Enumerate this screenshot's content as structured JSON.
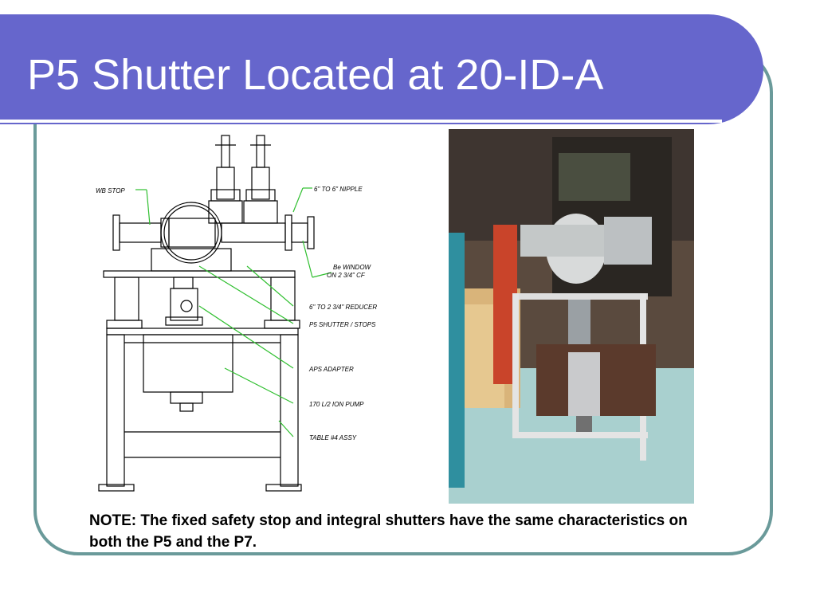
{
  "slide": {
    "title": "P5 Shutter Located at 20-ID-A",
    "note": "NOTE: The fixed safety stop and integral shutters have the same characteristics on both the P5 and the P7."
  },
  "drawing": {
    "labels": {
      "wb_stop": "WB STOP",
      "nipple": "6\" TO 6\" NIPPLE",
      "be_window_1": "Be WINDOW",
      "be_window_2": "ON 2 3/4\" CF",
      "reducer": "6\" TO 2 3/4\" REDUCER",
      "shutter": "P5 SHUTTER / STOPS",
      "adapter": "APS ADAPTER",
      "ion_pump": "170 L/2 ION PUMP",
      "table": "TABLE #4 ASSY"
    }
  },
  "colors": {
    "title_bar": "#6666cc",
    "frame_border": "#6a9a9a",
    "leader_lines": "#2fbf2f",
    "photo_floor": "#a9d0cf"
  }
}
